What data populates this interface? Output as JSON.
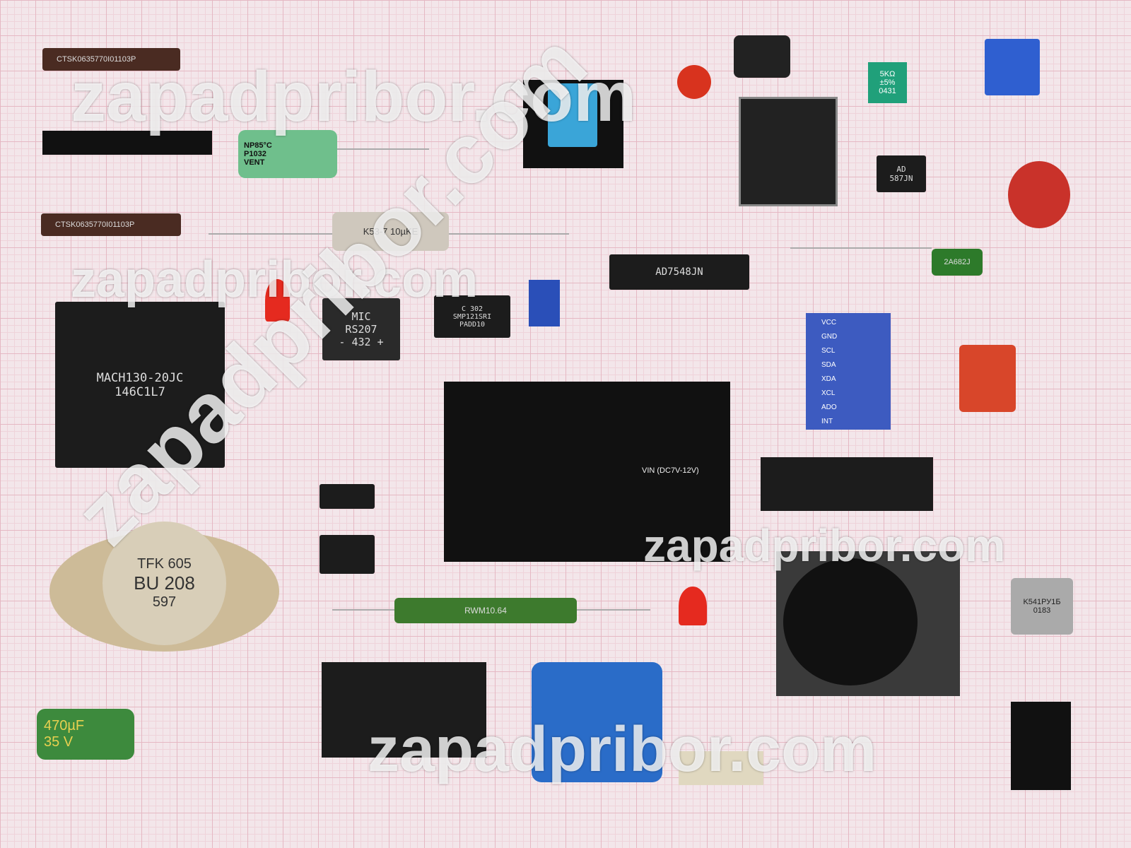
{
  "watermark": "zapadpribor.com",
  "components": {
    "resistor_network_1": "CTSK0635770I01103P",
    "resistor_network_2": "CTSK0635770I01103P",
    "capacitor_np": [
      "NP85°C",
      "P1032",
      "VENT"
    ],
    "capacitor_k53": "K53-7 10µKE",
    "trimmer": [
      "5KΩ",
      "±5%",
      "0431"
    ],
    "ic_ad587": [
      "AD",
      "587JN"
    ],
    "ic_ad7548": "AD7548JN",
    "cap_film": "2A682J",
    "plcc": [
      "MACH130-20JC",
      "146C1L7"
    ],
    "bridge": [
      "MIC",
      "RS207",
      "-  432  +"
    ],
    "smd_ic": [
      "C 302",
      "SMP121SRI",
      "PADD10"
    ],
    "power_module": "VIN (DC7V-12V)",
    "imu_pins": [
      "VCC",
      "GND",
      "SCL",
      "SDA",
      "XDA",
      "XCL",
      "ADO",
      "INT"
    ],
    "transistor": [
      "TFK 605",
      "BU 208",
      "597"
    ],
    "wirewound": "RWM10.64",
    "electrolytic": [
      "470µF",
      "35 V"
    ],
    "hybrid_ic": [
      "K541РУ1Б",
      "0183"
    ]
  },
  "colors": {
    "grid": "#e5b8c3",
    "background": "#f3e6ea"
  }
}
